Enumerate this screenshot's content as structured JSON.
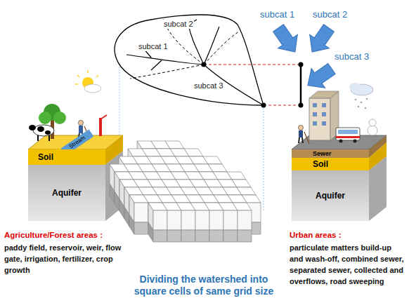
{
  "diagram": {
    "nodes": [
      {
        "text": [
          "Stream"
        ]
      },
      {
        "text": [
          "Soil"
        ]
      },
      {
        "text": [
          "Aquifer"
        ]
      },
      {
        "text": [
          "Sewer"
        ]
      },
      {
        "text": [
          "Soil"
        ]
      },
      {
        "text": [
          "Aquifer"
        ]
      }
    ],
    "labels": [
      "subcat 2",
      "subcat 1",
      "subcat 3",
      "subcat 1",
      "subcat 2",
      "subcat 3",
      "Agriculture/Forest areas :",
      "paddy field, reservoir, weir, flow gate, irrigation, fertilizer, crop growth",
      "Urban areas :",
      "particulate matters build-up and wash-off, combined sewer, separated sewer, collected and overflows, road sweeping",
      "Dividing the watershed into square cells of same grid size"
    ]
  }
}
